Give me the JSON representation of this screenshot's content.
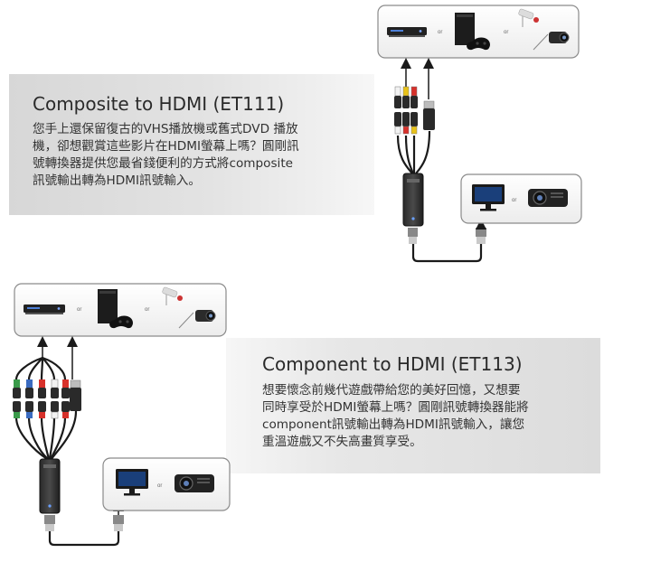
{
  "section_composite": {
    "title": "Composite to HDMI (ET111)",
    "lines": [
      "您手上還保留復古的VHS播放機或舊式DVD 播放",
      "機，卻想觀賞這些影片在HDMI螢幕上嗎？圓剛訊",
      "號轉換器提供您最省錢便利的方式將composite",
      "訊號輸出轉為HDMI訊號輸入。"
    ]
  },
  "section_component": {
    "title": "Component to HDMI (ET113)",
    "lines": [
      "想要懷念前幾代遊戲帶給您的美好回憶，又想要",
      "同時享受於HDMI螢幕上嗎？圓剛訊號轉換器能將",
      "component訊號輸出轉為HDMI訊號輸入，讓您",
      "重溫遊戲又不失高畫質享受。"
    ]
  },
  "colors": {
    "rca_yellow": "#e8c21a",
    "rca_white": "#f2f2f2",
    "rca_red": "#d7312b",
    "rca_green": "#3a9a4a",
    "rca_blue": "#3a6bc0",
    "cable": "#1a1a1a",
    "panel_border": "#8a8a8a"
  },
  "icons": [
    "dvd-player-icon",
    "game-console-icon",
    "security-camera-icon",
    "camcorder-icon",
    "monitor-icon",
    "projector-icon",
    "converter-box-icon"
  ]
}
